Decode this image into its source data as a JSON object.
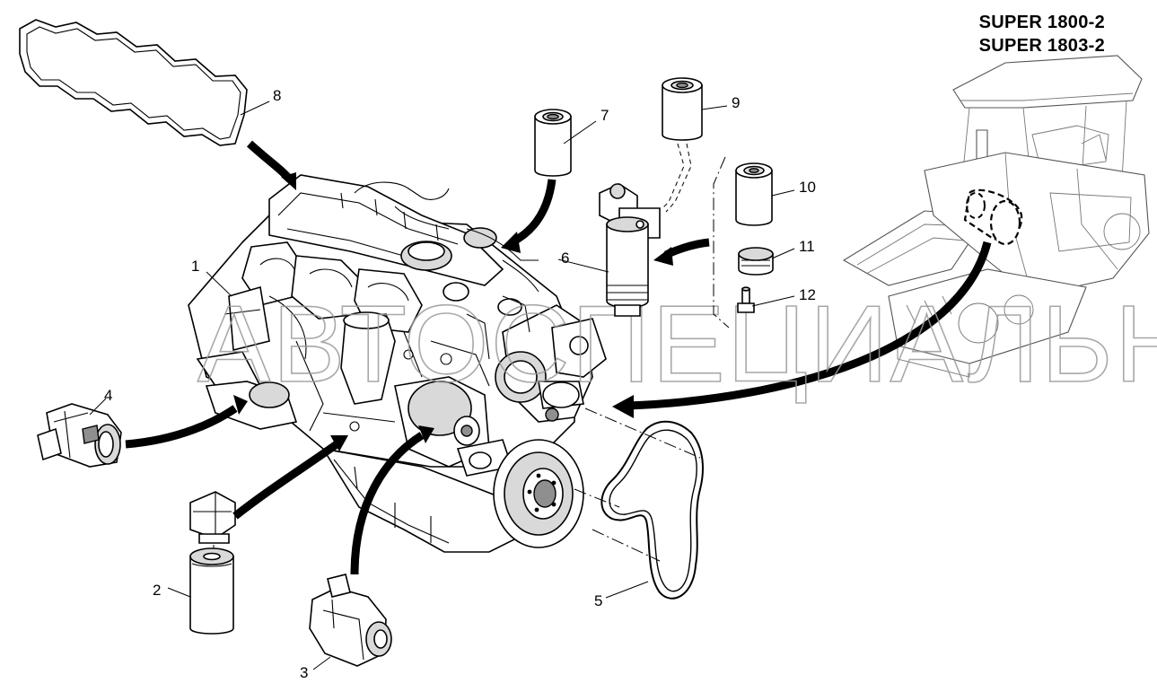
{
  "model_titles": [
    "SUPER 1800-2",
    "SUPER 1803-2"
  ],
  "watermark": "АВТОСПЕЦИАЛЬНЯ",
  "callouts": [
    {
      "id": "1",
      "text": "1"
    },
    {
      "id": "2",
      "text": "2"
    },
    {
      "id": "3",
      "text": "3"
    },
    {
      "id": "4",
      "text": "4"
    },
    {
      "id": "5",
      "text": "5"
    },
    {
      "id": "6",
      "text": "6"
    },
    {
      "id": "7",
      "text": "7"
    },
    {
      "id": "8",
      "text": "8"
    },
    {
      "id": "9",
      "text": "9"
    },
    {
      "id": "10",
      "text": "10"
    },
    {
      "id": "11",
      "text": "11"
    },
    {
      "id": "12",
      "text": "12"
    }
  ]
}
